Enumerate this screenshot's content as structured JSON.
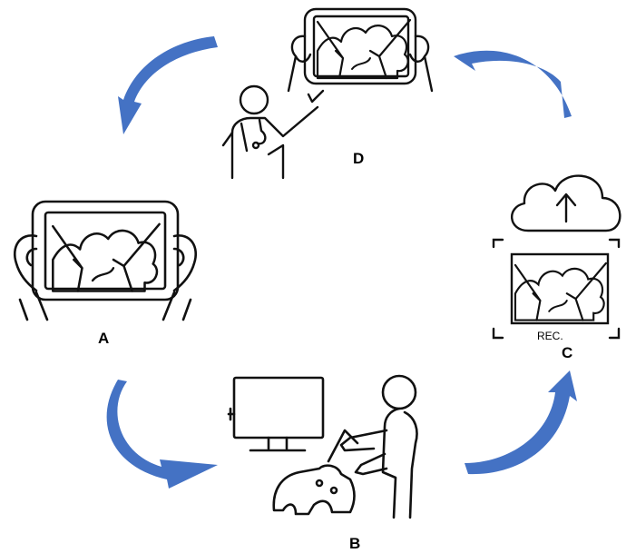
{
  "labels": {
    "a": "A",
    "b": "B",
    "c": "C",
    "d": "D",
    "rec": "REC."
  },
  "icons": {
    "tablet": "tablet-held-icon",
    "surgeon": "surgeon-presenting-icon",
    "console": "surgical-robot-console-icon",
    "cloud": "cloud-upload-icon",
    "recording": "recording-frame-icon",
    "arrow": "cycle-arrow-icon"
  },
  "colors": {
    "arrow": "#4472C4",
    "line": "#111111"
  }
}
